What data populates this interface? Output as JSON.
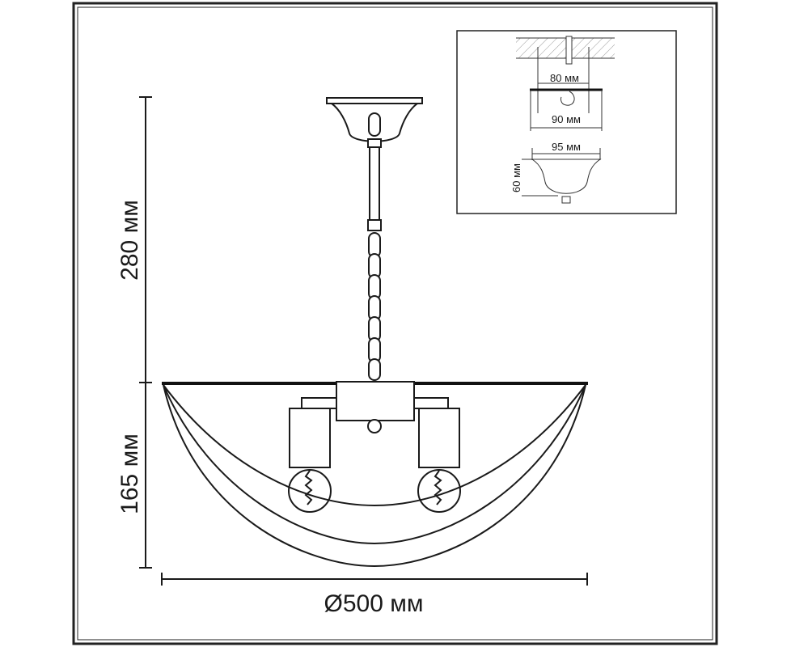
{
  "main": {
    "height_top_label": "280 мм",
    "height_bottom_label": "165 мм",
    "diameter_label": "Ø500 мм"
  },
  "inset": {
    "mount_hole_spacing_label": "80 мм",
    "mount_plate_width_label": "90 мм",
    "canopy_width_label": "95 мм",
    "canopy_height_label": "60 мм"
  }
}
